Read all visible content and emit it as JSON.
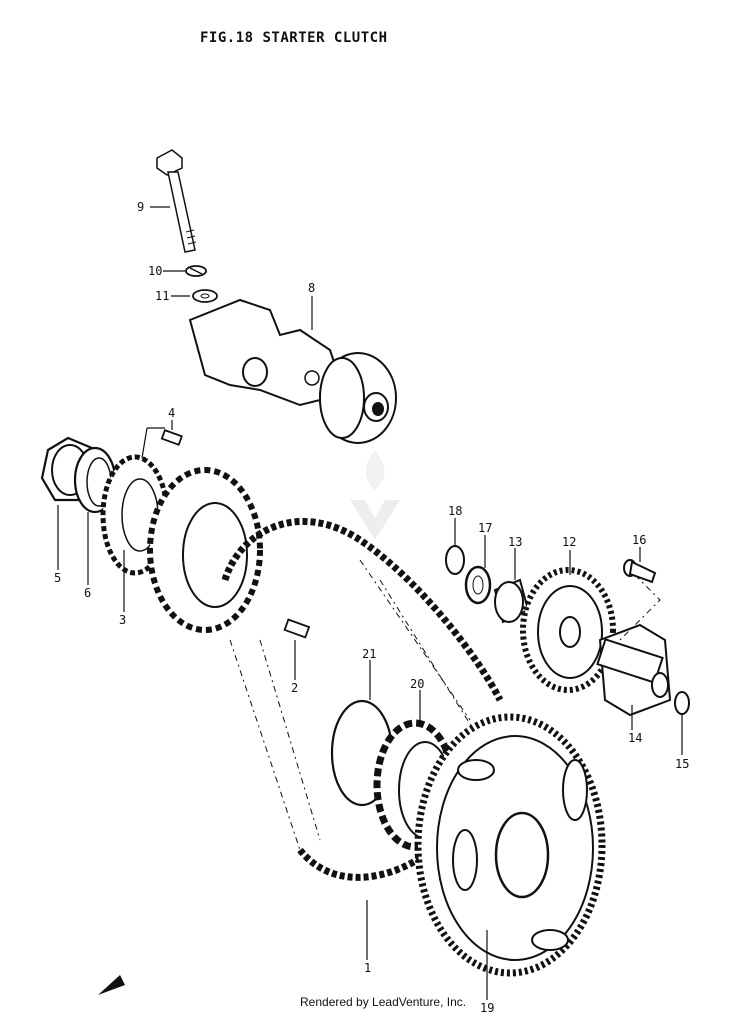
{
  "header": {
    "title": "FIG.18  STARTER CLUTCH"
  },
  "footer": {
    "credit": "Rendered by LeadVenture, Inc."
  },
  "callouts": {
    "c1": "1",
    "c2": "2",
    "c3": "3",
    "c4": "4",
    "c5": "5",
    "c6": "6",
    "c8": "8",
    "c9": "9",
    "c10": "10",
    "c11": "11",
    "c12": "12",
    "c13": "13",
    "c14": "14",
    "c15": "15",
    "c16": "16",
    "c17": "17",
    "c18": "18",
    "c19": "19",
    "c20": "20",
    "c21": "21"
  },
  "colors": {
    "ink": "#111111",
    "paper": "#ffffff",
    "watermark": "#eeeeee"
  }
}
